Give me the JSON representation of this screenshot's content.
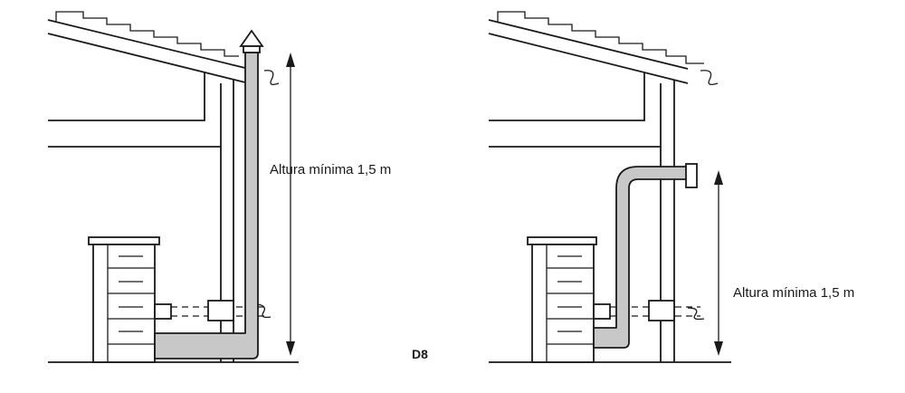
{
  "figure": {
    "label": "D8",
    "left_panel": {
      "height_label": "Altura mínima 1,5 m",
      "chimney_type": "vertical-flue-to-roof"
    },
    "right_panel": {
      "height_label": "Altura mínima 1,5 m",
      "chimney_type": "elbow-flue-through-wall"
    }
  },
  "colors": {
    "pipe_fill": "#c8c8c8",
    "line": "#1a1a1a",
    "background": "#ffffff"
  }
}
